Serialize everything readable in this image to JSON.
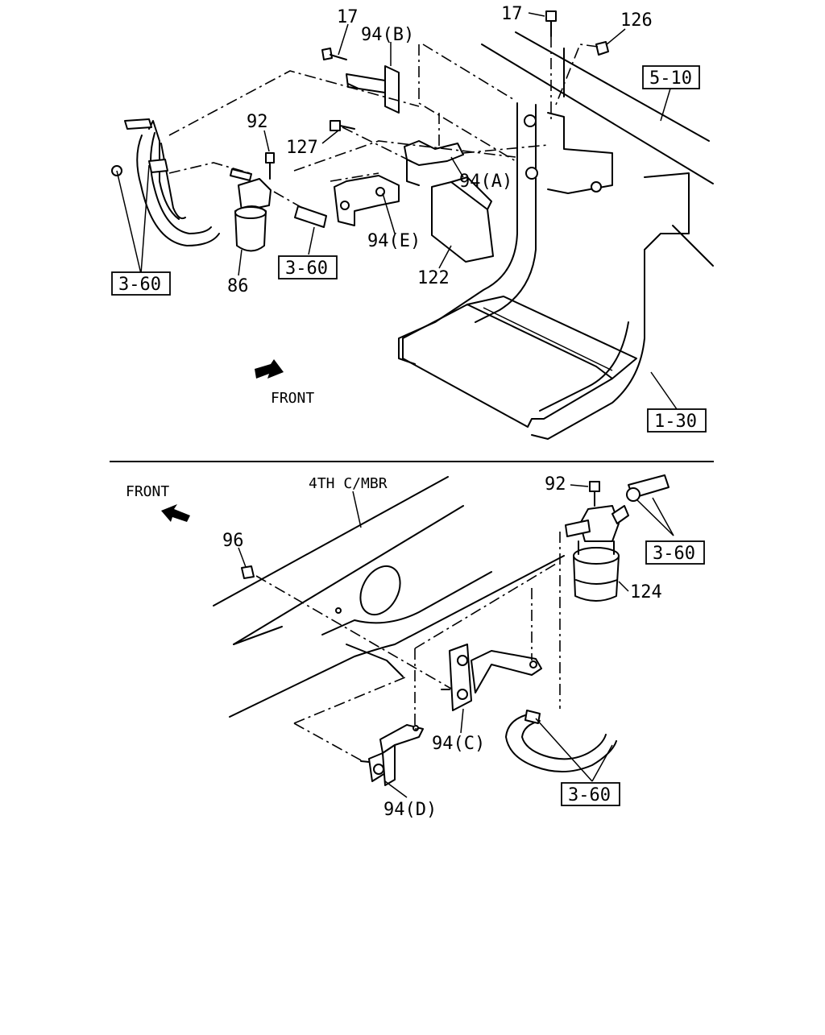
{
  "top_view": {
    "front_label": "FRONT",
    "callouts": {
      "c17_left": "17",
      "c94b": "94(B)",
      "c17_right": "17",
      "c126": "126",
      "c92": "92",
      "c127": "127",
      "c94a": "94(A)",
      "c94e": "94(E)",
      "c122": "122",
      "c86": "86"
    },
    "refs": {
      "r510": "5-10",
      "r360_left": "3-60",
      "r360_mid": "3-60",
      "r130": "1-30"
    }
  },
  "bottom_view": {
    "front_label": "FRONT",
    "member_label": "4TH C/MBR",
    "callouts": {
      "c92": "92",
      "c96": "96",
      "c124": "124",
      "c94c": "94(C)",
      "c94d": "94(D)"
    },
    "refs": {
      "r360_upper": "3-60",
      "r360_lower": "3-60"
    }
  },
  "icons": [
    "front-arrow-icon",
    "front-arrow-icon"
  ]
}
